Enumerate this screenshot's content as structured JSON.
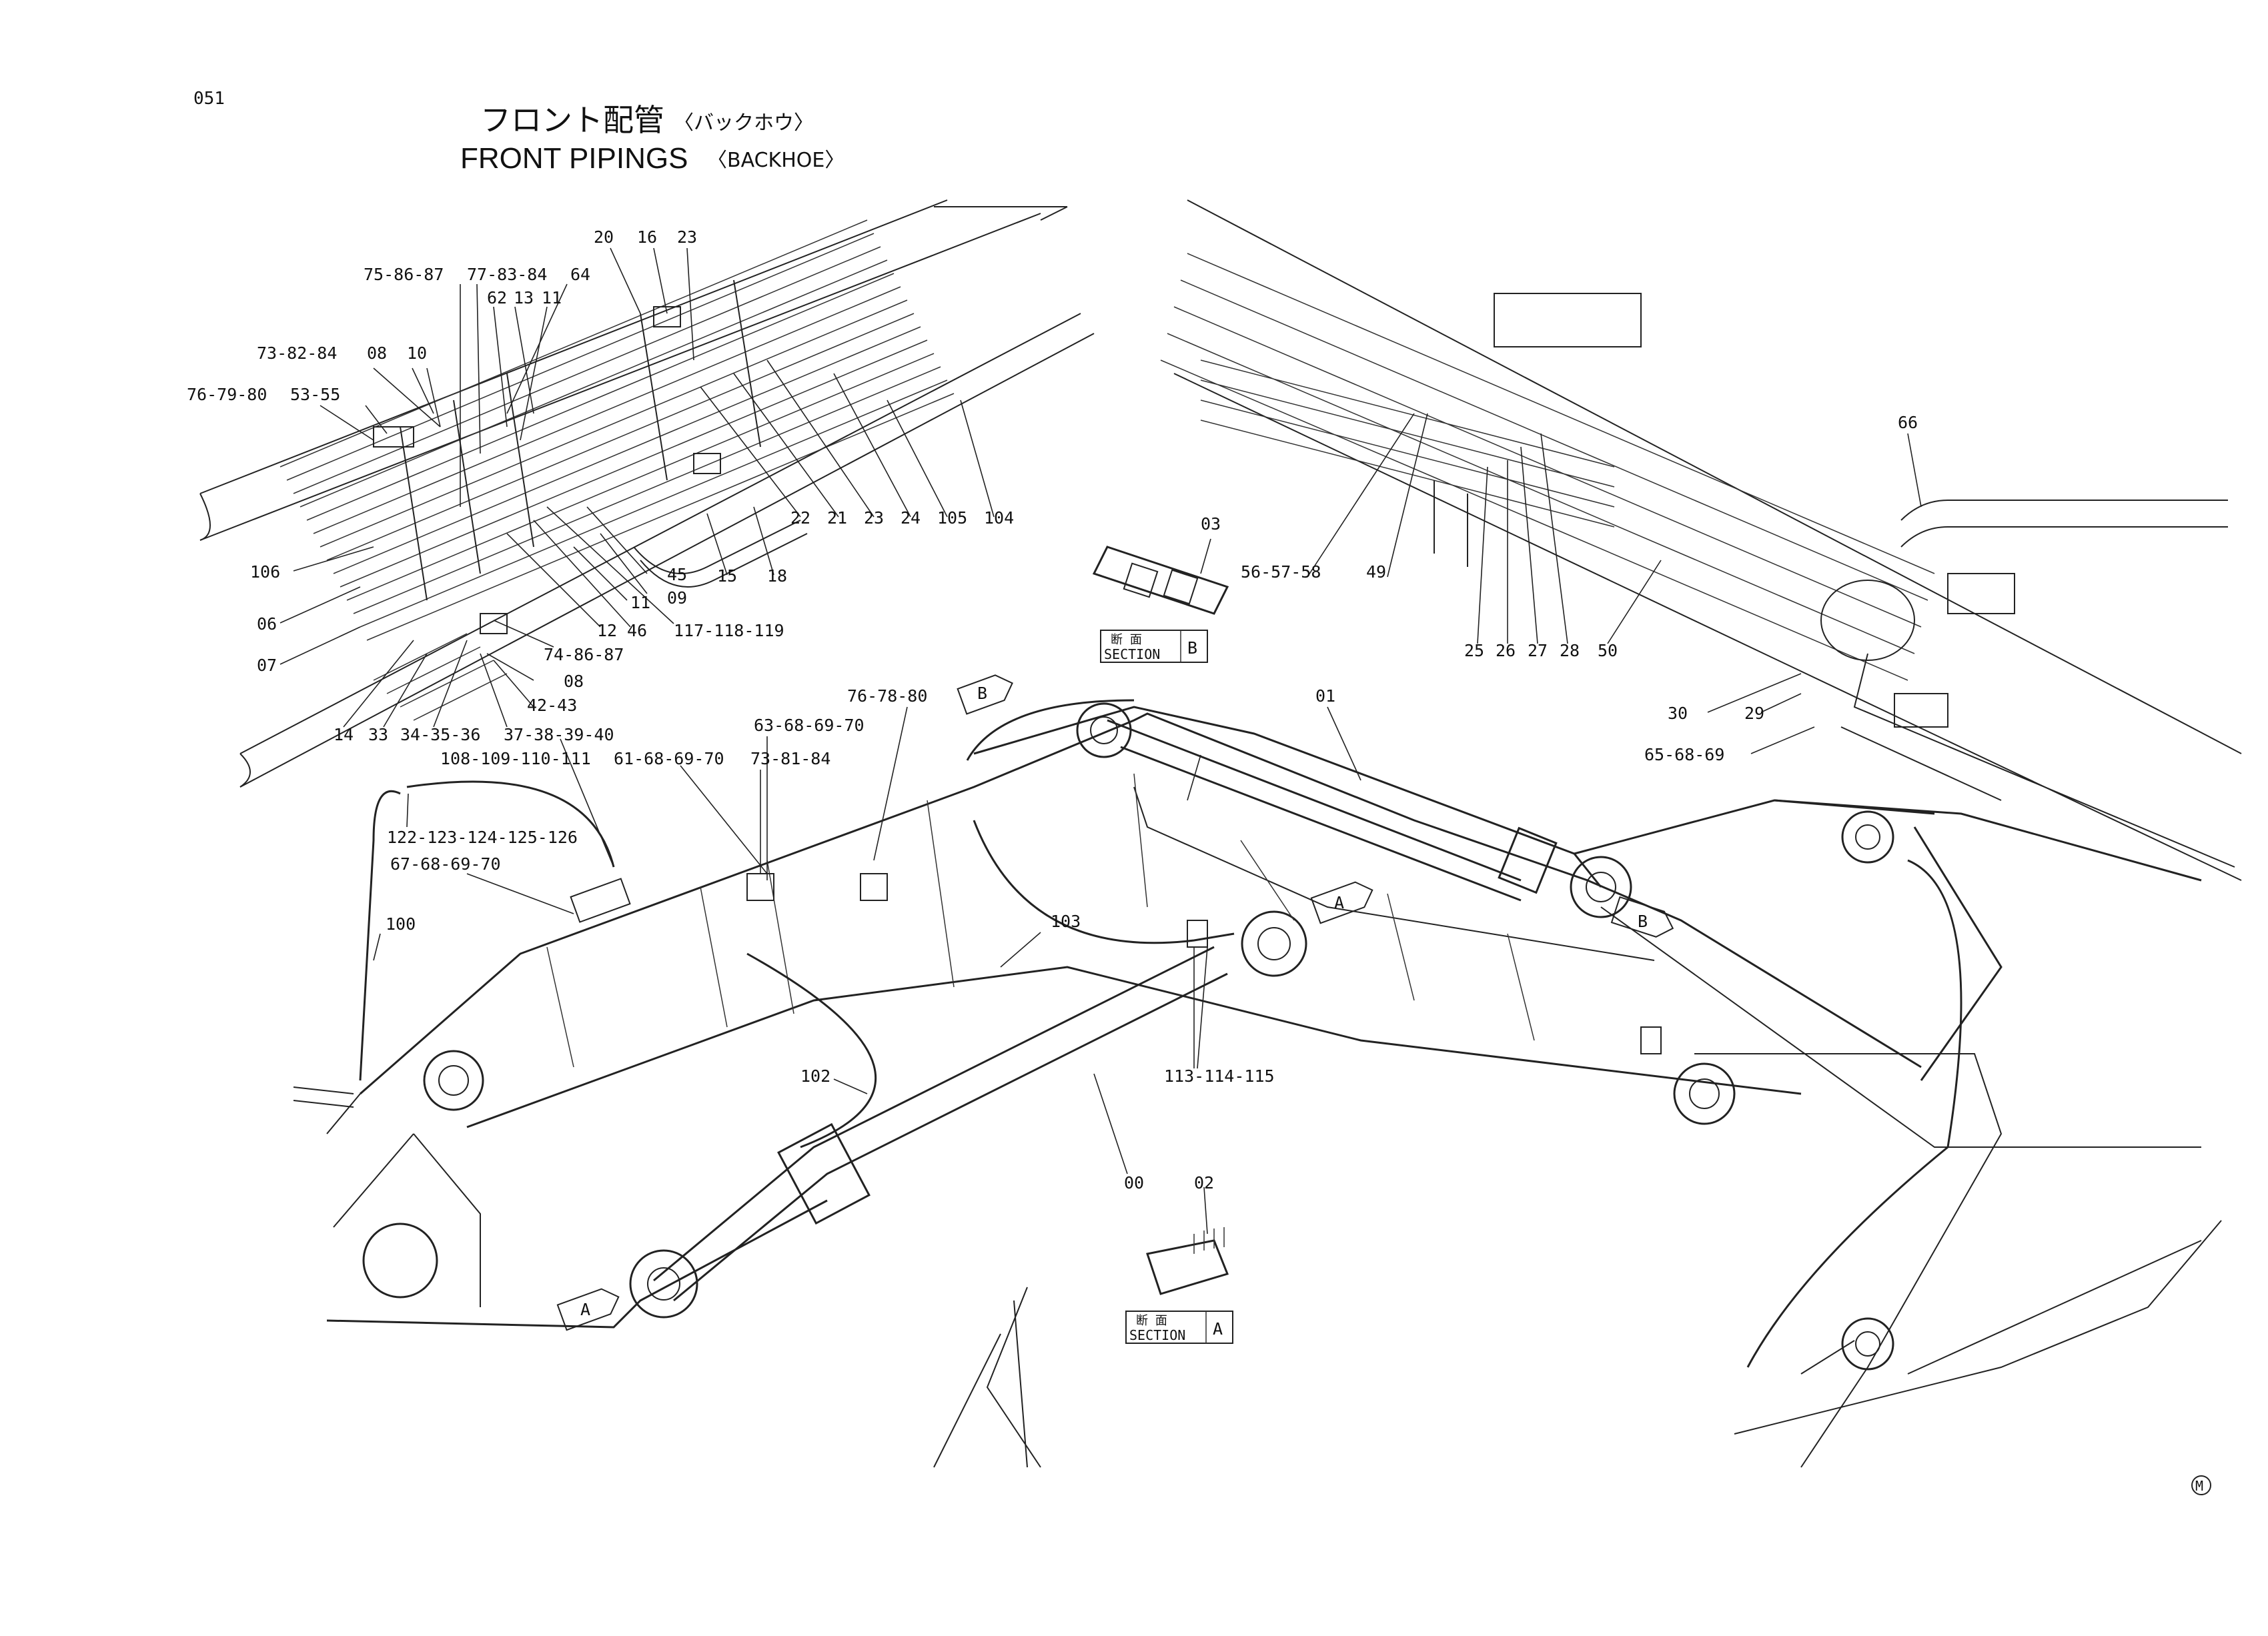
{
  "page_number": "051",
  "title": {
    "jp": "フロント配管",
    "jp_sub": "〈バックホウ〉",
    "en": "FRONT PIPINGS",
    "en_sub": "〈BACKHOE〉"
  },
  "section_b": {
    "jp": "断 面",
    "en": "SECTION",
    "letter": "B"
  },
  "section_a": {
    "jp": "断 面",
    "en": "SECTION",
    "letter": "A"
  },
  "view_marks": {
    "a": "A",
    "b": "B"
  },
  "trademark": "M",
  "labels": {
    "l20": "20",
    "l16": "16",
    "l23a": "23",
    "l75_86_87": "75-86-87",
    "l77_83_84": "77-83-84",
    "l64": "64",
    "l62": "62",
    "l13": "13",
    "l11a": "11",
    "l73_82_84": "73-82-84",
    "l08a": "08",
    "l10": "10",
    "l76_79_80": "76-79-80",
    "l53_55": "53-55",
    "l106": "106",
    "l06": "06",
    "l07": "07",
    "l14": "14",
    "l33": "33",
    "l34_35_36": "34-35-36",
    "l37_38_39_40": "37-38-39-40",
    "l42_43": "42-43",
    "l08b": "08",
    "l74_86_87": "74-86-87",
    "l12": "12",
    "l46": "46",
    "l117_118_119": "117-118-119",
    "l11b": "11",
    "l09": "09",
    "l45": "45",
    "l15": "15",
    "l18": "18",
    "l22": "22",
    "l21": "21",
    "l23b": "23",
    "l24": "24",
    "l105": "105",
    "l104": "104",
    "l03": "03",
    "l56_57_58": "56-57-58",
    "l49": "49",
    "l25": "25",
    "l26": "26",
    "l27": "27",
    "l28": "28",
    "l50": "50",
    "l66": "66",
    "l30": "30",
    "l29": "29",
    "l65_68_69": "65-68-69",
    "l01": "01",
    "l76_78_80": "76-78-80",
    "l63_68_69_70": "63-68-69-70",
    "l108_111": "108-109-110-111",
    "l61_68_69_70": "61-68-69-70",
    "l73_81_84": "73-81-84",
    "l122_126": "122-123-124-125-126",
    "l67_68_69_70": "67-68-69-70",
    "l100": "100",
    "l103": "103",
    "l113_114_115": "113-114-115",
    "l102": "102",
    "l00": "00",
    "l02": "02"
  }
}
